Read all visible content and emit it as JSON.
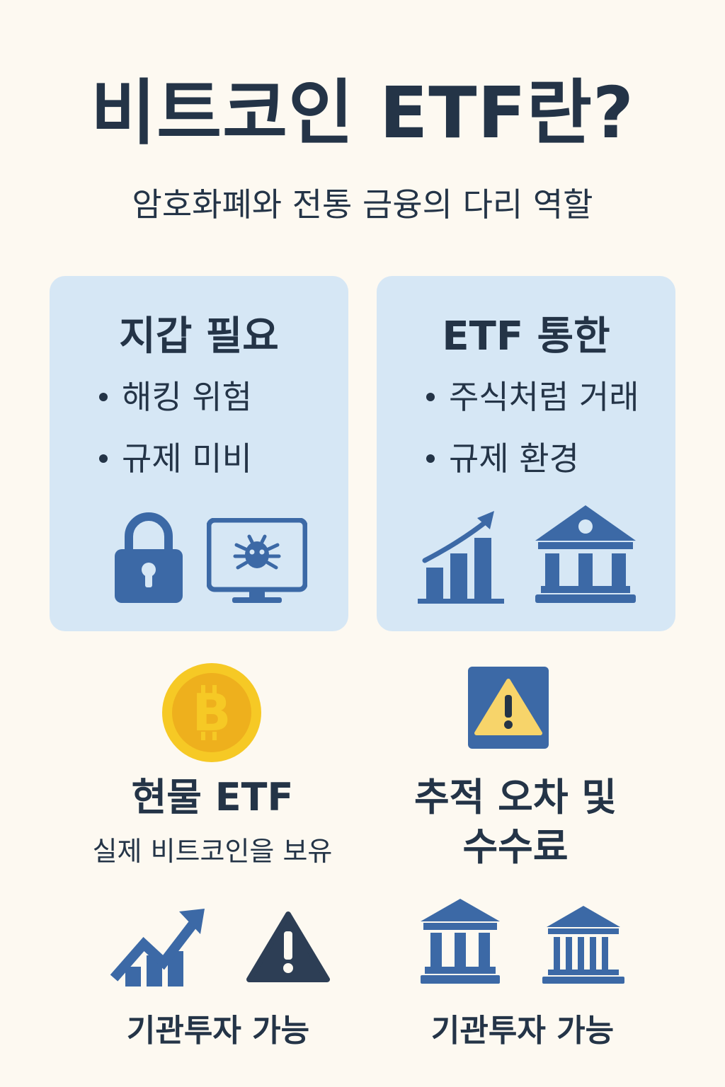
{
  "header": {
    "title": "비트코인 ETF란?",
    "subtitle": "암호화폐와 전통 금융의 다리 역할"
  },
  "cards": [
    {
      "title": "지갑 필요",
      "bullets": [
        "해킹 위험",
        "규제 미비"
      ],
      "icons": [
        "lock-icon",
        "monitor-bug-icon"
      ]
    },
    {
      "title": "ETF 통한",
      "bullets": [
        "주식처럼 거래",
        "규제 환경"
      ],
      "icons": [
        "growth-chart-icon",
        "bank-icon"
      ]
    }
  ],
  "features": [
    {
      "icon": "bitcoin-coin-icon",
      "title": "현물 ETF",
      "description": "실제 비트코인을 보유"
    },
    {
      "icon": "warning-icon",
      "title_line1": "추적 오차 및",
      "title_line2": "수수료"
    }
  ],
  "footer": [
    {
      "icons": [
        "trend-up-icon",
        "warning-triangle-icon"
      ],
      "label": "기관투자 가능"
    },
    {
      "icons": [
        "bank-icon",
        "bank-icon"
      ],
      "label": "기관투자 가능"
    }
  ],
  "colors": {
    "background": "#fdf9f1",
    "card": "#d6e7f5",
    "text": "#243447",
    "icon_blue": "#3c69a6",
    "coin_gold": "#f2b61c",
    "warning_yellow": "#f7d46a"
  }
}
